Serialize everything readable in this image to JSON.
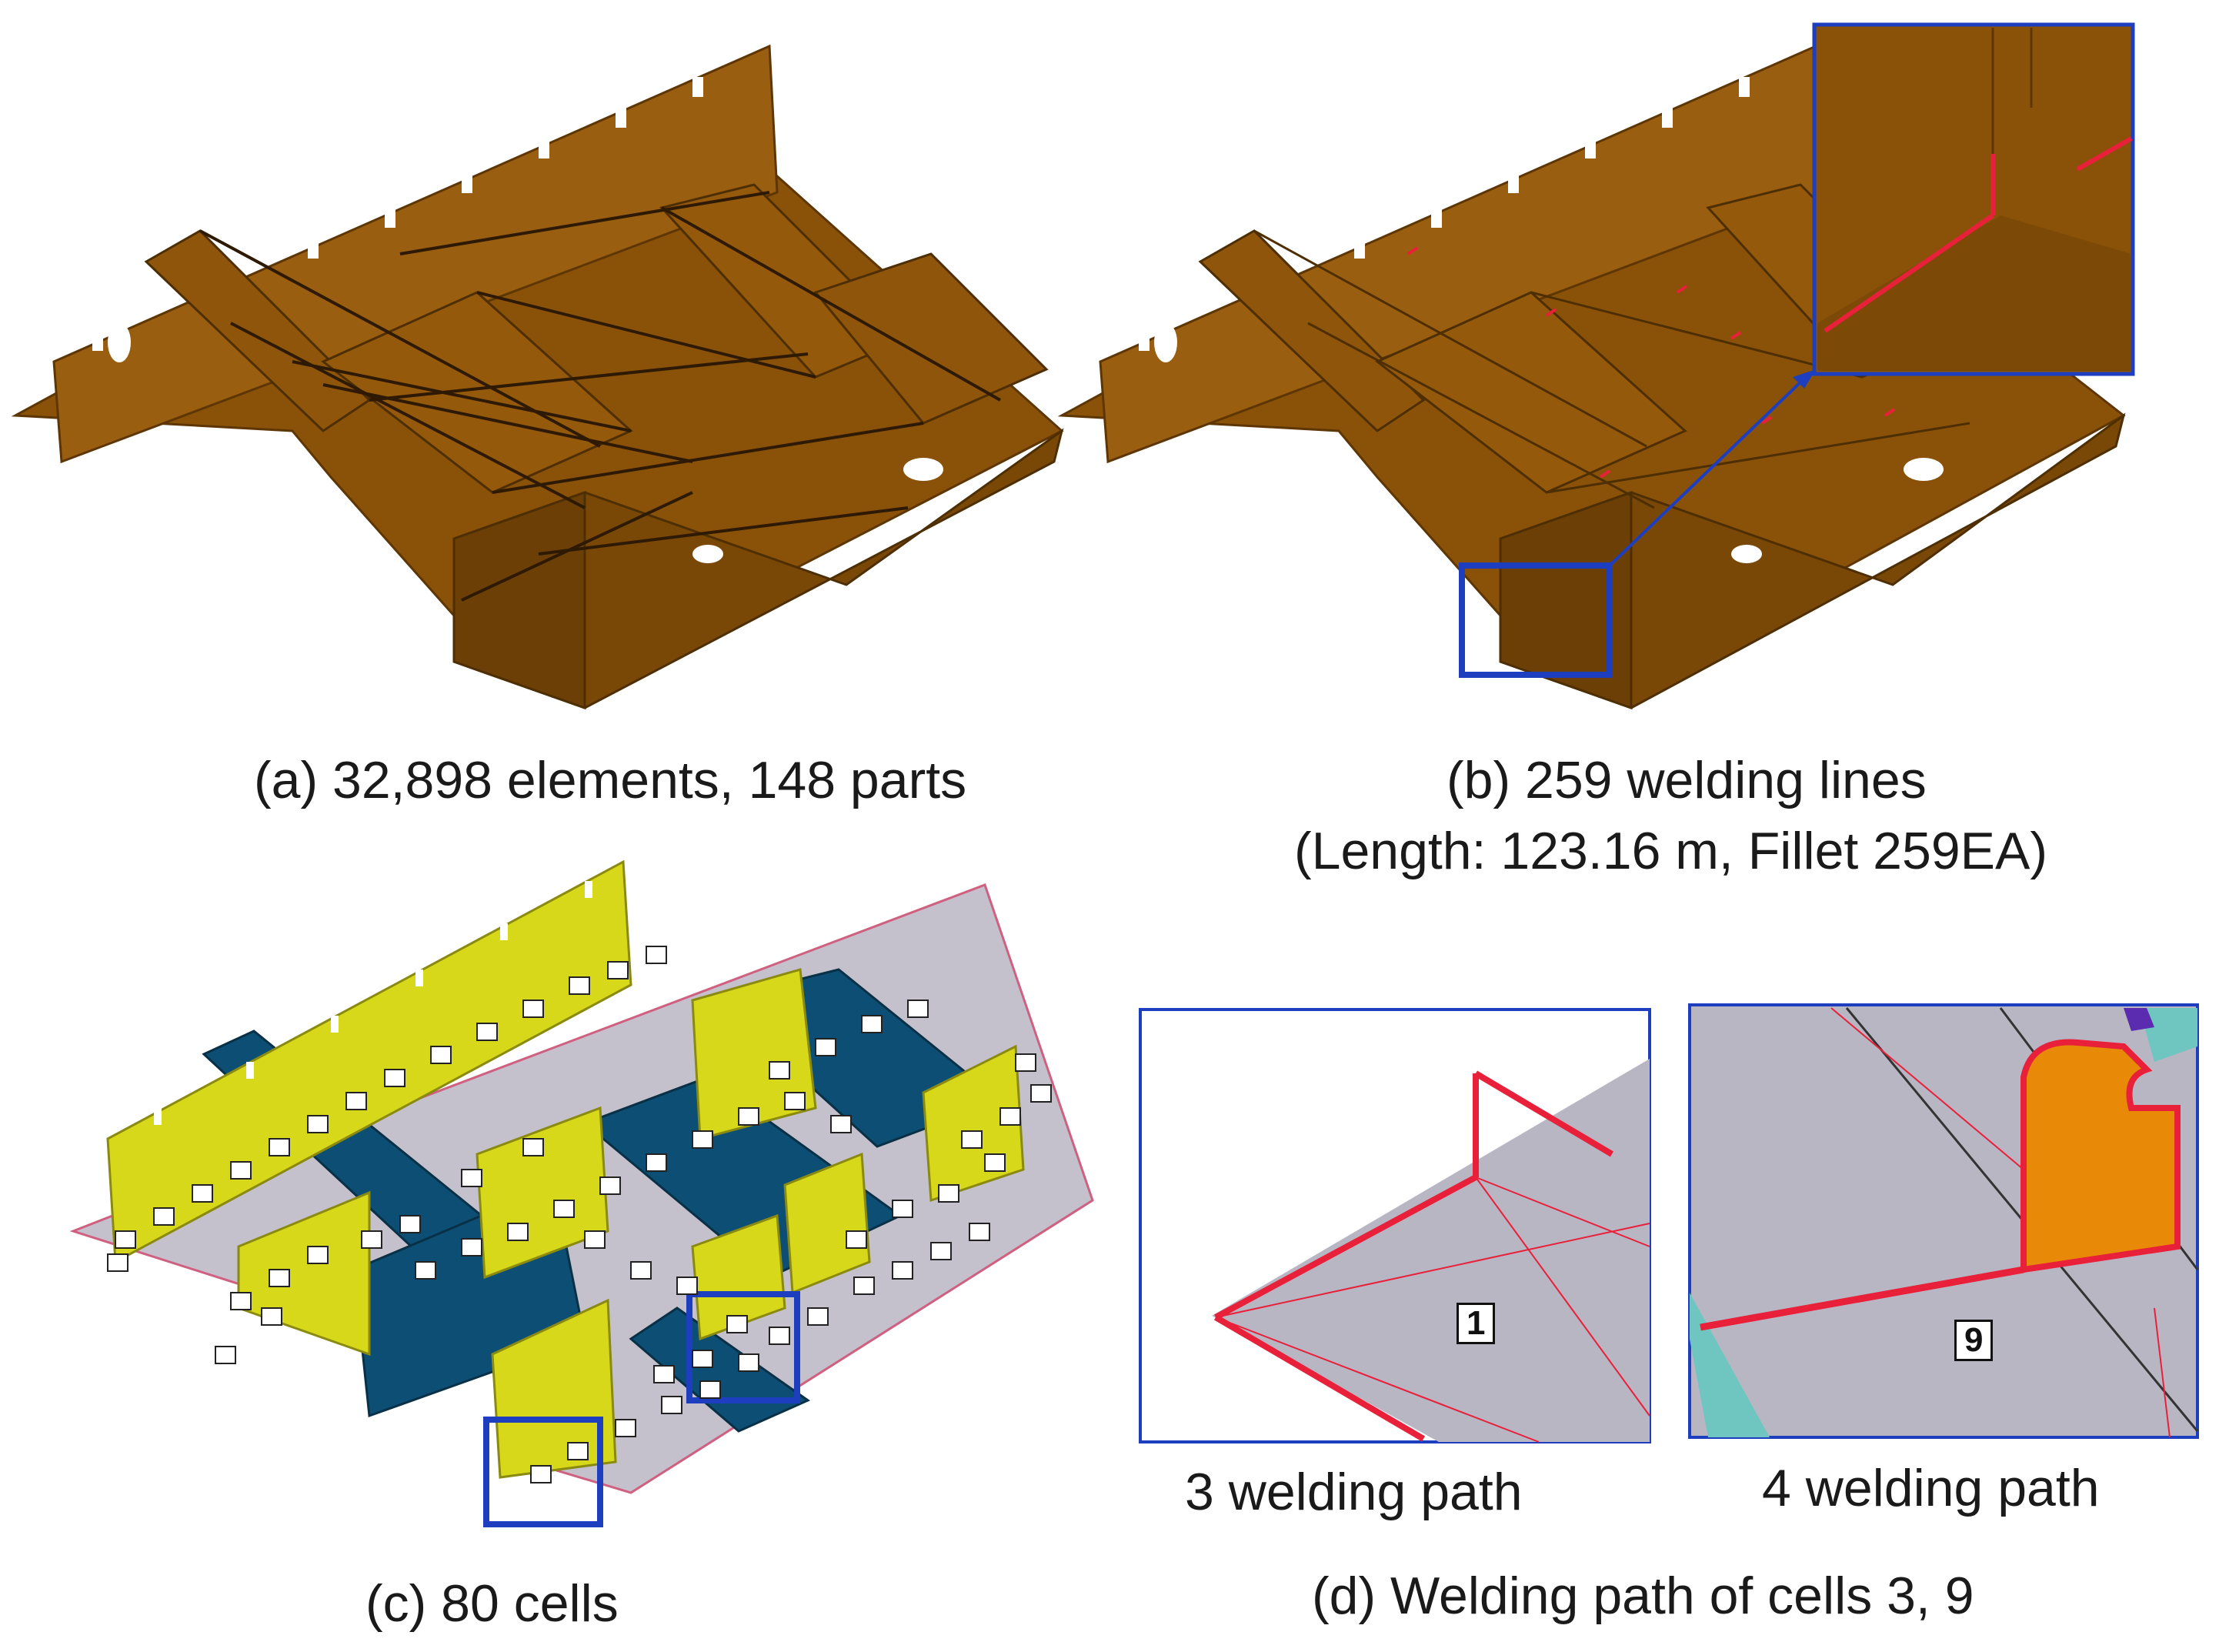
{
  "colors": {
    "model_brown": "#8a5208",
    "model_brown_dark": "#5e3604",
    "model_brown_light": "#a06414",
    "weld_red": "#e8203a",
    "cell_yellow": "#d8d81a",
    "cell_blue": "#0d4f74",
    "cell_floor": "#c4c0cc",
    "frame_blue": "#1d3fbf",
    "detail_grey": "#b9b6c4",
    "detail_orange": "#e88a08",
    "detail_teal": "#6fc6c0"
  },
  "panels": {
    "a": {
      "caption": "(a) 32,898 elements,  148 parts"
    },
    "b": {
      "caption_line1": "(b) 259 welding lines",
      "caption_line2": "(Length: 123.16 m, Fillet 259EA)"
    },
    "c": {
      "caption": "(c) 80 cells"
    },
    "d": {
      "caption": "(d) Welding path of cells 3, 9",
      "left_sub": "3 welding path",
      "right_sub": "4 welding path",
      "left_cell_label": "1",
      "right_cell_label": "9"
    }
  }
}
